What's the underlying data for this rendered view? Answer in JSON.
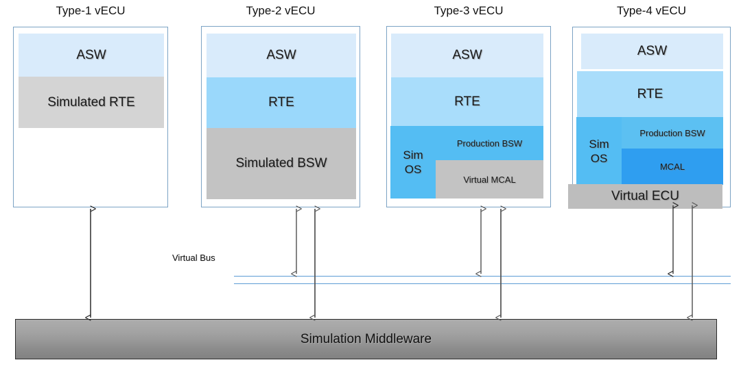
{
  "diagram": {
    "title_visible": false,
    "bus_label": "Virtual Bus",
    "middleware_label": "Simulation Middleware",
    "colors": {
      "asw": "#d9ebfb",
      "rte": "#9ad8fb",
      "rte_light": "#a9ddfb",
      "simulated_gray": "#d4d4d4",
      "bsw_gray": "#c3c3c3",
      "sim_os": "#54bdf3",
      "production_bsw": "#54bdf3",
      "mcal": "#2f9ef0",
      "virtual_ecu": "#bdbdbd",
      "box_border": "#7ba2c4",
      "bus_line": "#5b9bd5",
      "middleware_top": "#adadad",
      "middleware_bottom": "#818181"
    }
  },
  "columns": [
    {
      "title": "Type-1 vECU",
      "layers": [
        {
          "label": "ASW",
          "style": "asw"
        },
        {
          "label": "Simulated RTE",
          "style": "rte-sim"
        }
      ],
      "connections": 1
    },
    {
      "title": "Type-2 vECU",
      "layers": [
        {
          "label": "ASW",
          "style": "asw"
        },
        {
          "label": "RTE",
          "style": "rte"
        },
        {
          "label": "Simulated BSW",
          "style": "bsw-sim"
        }
      ],
      "connections": 2
    },
    {
      "title": "Type-3 vECU",
      "layers": [
        {
          "label": "ASW",
          "style": "asw"
        },
        {
          "label": "RTE",
          "style": "rte-lt"
        },
        {
          "label": "Sim OS",
          "style": "simos"
        },
        {
          "label": "Production BSW",
          "style": "prodbsw"
        },
        {
          "label": "Virtual MCAL",
          "style": "vmcal"
        }
      ],
      "connections": 2
    },
    {
      "title": "Type-4 vECU",
      "layers": [
        {
          "label": "ASW",
          "style": "asw"
        },
        {
          "label": "RTE",
          "style": "rte-lt"
        },
        {
          "label": "Sim OS",
          "style": "simos"
        },
        {
          "label": "Production BSW",
          "style": "prodbsw4"
        },
        {
          "label": "MCAL",
          "style": "mcal"
        },
        {
          "label": "Virtual ECU",
          "style": "vecu-bar"
        }
      ],
      "connections": 2
    }
  ],
  "sim_os_text": {
    "line1": "Sim",
    "line2": "OS"
  }
}
